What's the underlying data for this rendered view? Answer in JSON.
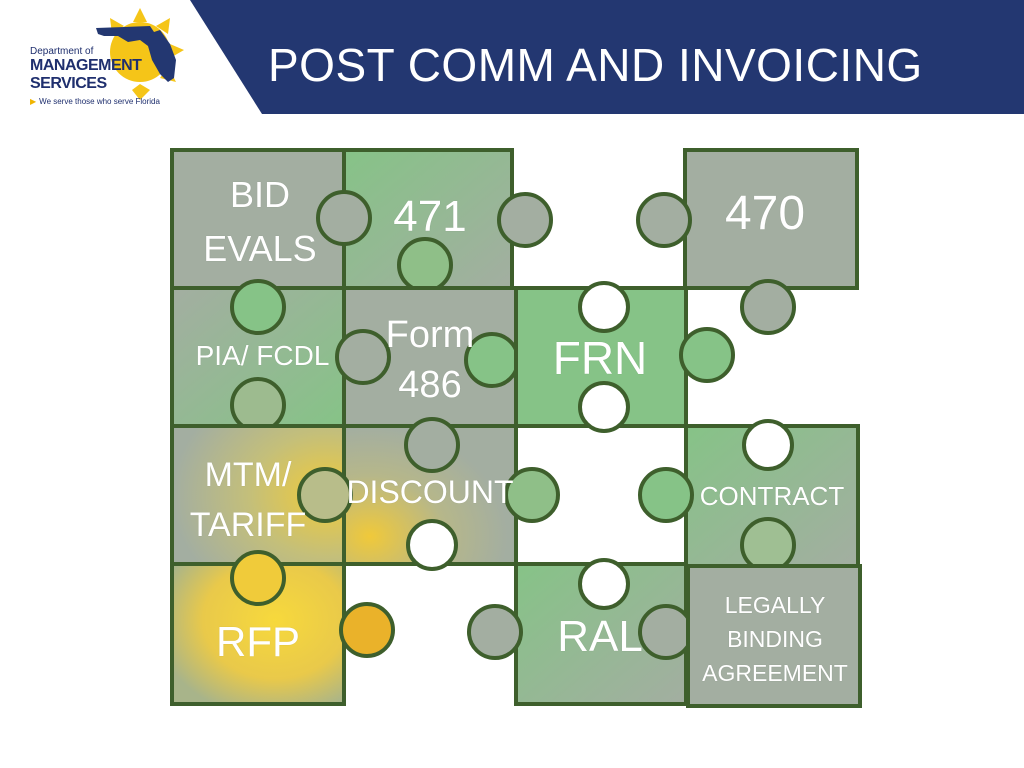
{
  "header": {
    "title": "POST COMM AND INVOICING",
    "band_color": "#233771"
  },
  "logo": {
    "line1": "Department of",
    "line2": "MANAGEMENT",
    "line3": "SERVICES",
    "tagline": "We serve those who serve Florida",
    "sun_color": "#f5c518",
    "state_color": "#233771"
  },
  "puzzle": {
    "colors": {
      "gray": "#a3aea1",
      "green": "#86c387",
      "yellow": "#f3cf3a",
      "border": "#3e5f2c",
      "mixed": "#9fbf93"
    },
    "pieces": {
      "bid_evals": [
        "BID",
        "EVALS"
      ],
      "p471": "471",
      "p470": "470",
      "pia_fcdl": "PIA/ FCDL",
      "form486": [
        "Form",
        "486"
      ],
      "frn": "FRN",
      "mtm_tariff": [
        "MTM/",
        "TARIFF"
      ],
      "discount": "DISCOUNT",
      "contract": "CONTRACT",
      "rfp": "RFP",
      "ral": "RAL",
      "legally_binding": [
        "LEGALLY",
        "BINDING",
        "AGREEMENT"
      ]
    }
  }
}
